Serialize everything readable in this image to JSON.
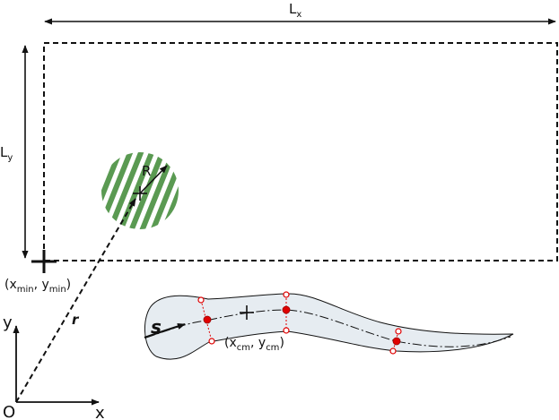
{
  "labels": {
    "lx_main": "L",
    "lx_sub": "x",
    "ly_main": "L",
    "ly_sub": "y",
    "radius": "R",
    "min_open": "(x",
    "min_sub1": "min",
    "min_mid": ", y",
    "min_sub2": "min",
    "min_close": ")",
    "r_vector": "r",
    "s_coord": "s",
    "cm_open": "(x",
    "cm_sub1": "cm",
    "cm_mid": ", y",
    "cm_sub2": "cm",
    "cm_close": ")",
    "origin": "O",
    "x_axis": "x",
    "y_axis": "y"
  },
  "colors": {
    "stripe": "#5a9a52",
    "body_fill": "#e6ecf1",
    "node": "#e00000",
    "line": "#111111"
  }
}
